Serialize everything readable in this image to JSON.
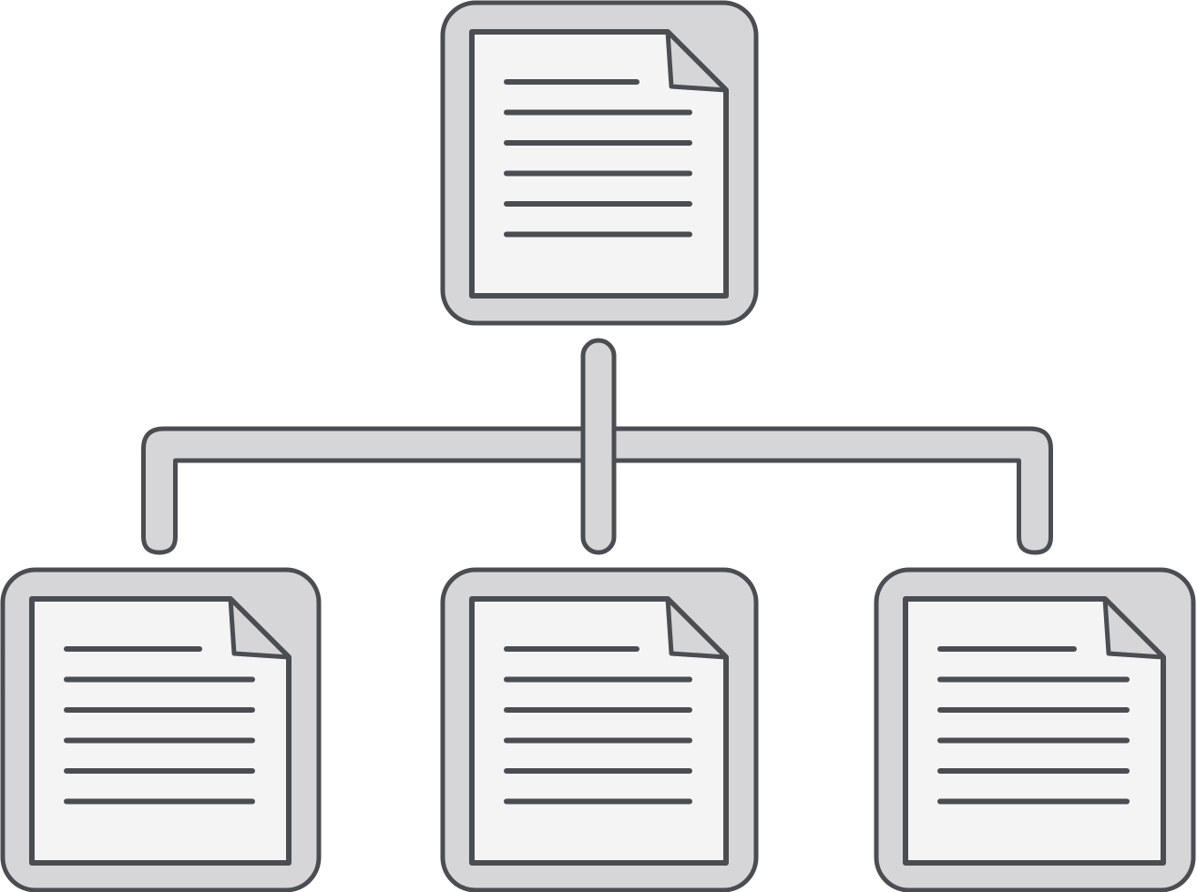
{
  "diagram": {
    "type": "document-hierarchy",
    "colors": {
      "background": "#ffffff",
      "outline": "#4a4d51",
      "frame_fill": "#d6d6d9",
      "page_fill": "#f4f4f5",
      "fold_fill": "#d6d6d9",
      "text_line": "#4a4d51"
    },
    "root": {
      "id": "root-document",
      "icon": "document-icon",
      "text_lines": 6
    },
    "children": [
      {
        "id": "child-document-left",
        "icon": "document-icon",
        "text_lines": 6
      },
      {
        "id": "child-document-center",
        "icon": "document-icon",
        "text_lines": 6
      },
      {
        "id": "child-document-right",
        "icon": "document-icon",
        "text_lines": 6
      }
    ],
    "connector": {
      "style": "tree-bracket",
      "from": "root-document",
      "to": [
        "child-document-left",
        "child-document-center",
        "child-document-right"
      ]
    }
  }
}
